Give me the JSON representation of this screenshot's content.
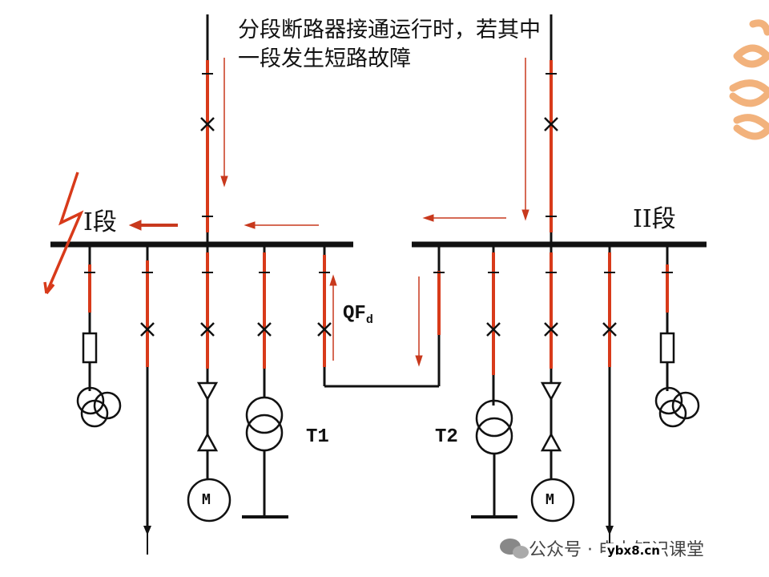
{
  "caption": "分段断路器接通运行时，若其中一段发生短路故障",
  "section_1_label": "I段",
  "section_2_label": "II段",
  "breaker_label": {
    "main": "QF",
    "sub": "d"
  },
  "transformer_1_label": "T1",
  "transformer_2_label": "T2",
  "motor_label": "M",
  "watermark": "公众号 · 电力知识课堂",
  "site_mark": "ybx8.cn",
  "colors": {
    "line": "#111111",
    "energized": "#d83a1a",
    "arrow": "#c8391d",
    "decor": "#f2b27c"
  }
}
